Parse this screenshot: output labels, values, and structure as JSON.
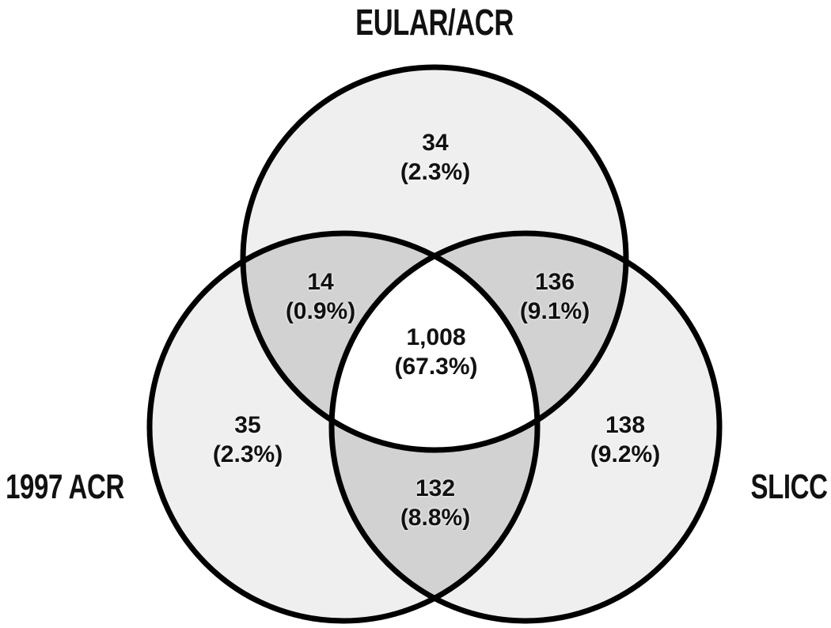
{
  "diagram": {
    "type": "venn",
    "colors": {
      "single_fill": "#efefef",
      "pair_fill": "#d2d2d2",
      "triple_fill": "#ffffff",
      "outline": "#000000",
      "text": "#111111",
      "background": "#ffffff"
    },
    "sets": {
      "top": {
        "label": "EULAR/ACR"
      },
      "left": {
        "label": "1997 ACR"
      },
      "right": {
        "label": "SLICC"
      }
    },
    "regions": {
      "top_only": {
        "count": "34",
        "percent": "(2.3%)"
      },
      "top_left": {
        "count": "14",
        "percent": "(0.9%)"
      },
      "top_right": {
        "count": "136",
        "percent": "(9.1%)"
      },
      "center": {
        "count": "1,008",
        "percent": "(67.3%)"
      },
      "left_only": {
        "count": "35",
        "percent": "(2.3%)"
      },
      "right_only": {
        "count": "138",
        "percent": "(9.2%)"
      },
      "left_right": {
        "count": "132",
        "percent": "(8.8%)"
      }
    }
  }
}
